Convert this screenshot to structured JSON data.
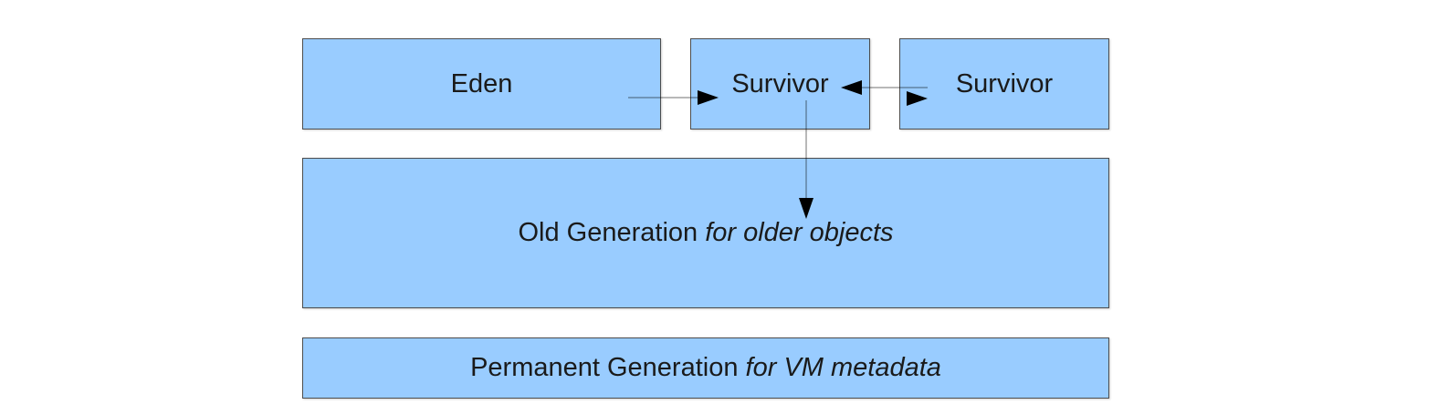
{
  "diagram": {
    "eden": {
      "label": "Eden"
    },
    "survivor_from": {
      "label": "Survivor"
    },
    "survivor_to": {
      "label": "Survivor"
    },
    "old_generation": {
      "label": "Old Generation",
      "note": "for older objects"
    },
    "permanent_generation": {
      "label": "Permanent Generation",
      "note": "for VM metadata"
    }
  },
  "colors": {
    "box_fill": "#99ccff",
    "box_border": "#4d4d4d",
    "connector": "#000000"
  }
}
